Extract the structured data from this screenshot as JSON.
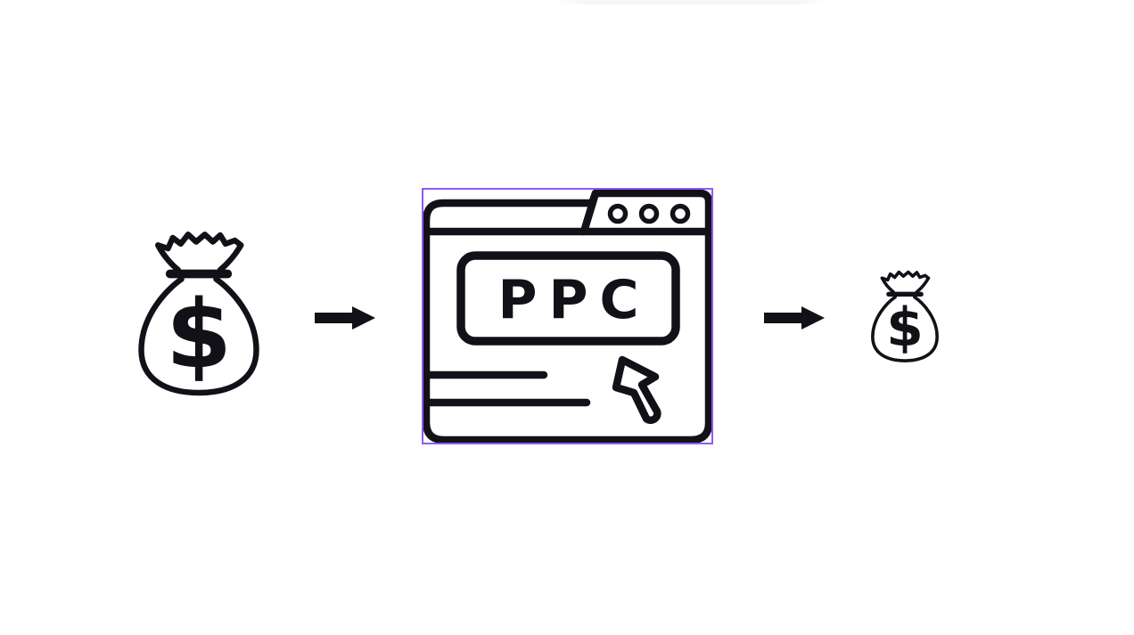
{
  "scene": {
    "description": "Flow diagram on a white design canvas: money bag, arrow, selected PPC browser-ad icon with click cursor, arrow, smaller money bag",
    "background": "#ffffff"
  },
  "colors": {
    "ink": "#131118",
    "selection_outline": "#8C5BF6",
    "toolbar_remnant": "#F6F6F8"
  },
  "flow": {
    "money_bag_large": {
      "symbol": "$"
    },
    "arrow_1": {
      "direction": "right"
    },
    "ppc_browser": {
      "label": "PPC",
      "selected": true
    },
    "arrow_2": {
      "direction": "right"
    },
    "money_bag_small": {
      "symbol": "$"
    }
  }
}
